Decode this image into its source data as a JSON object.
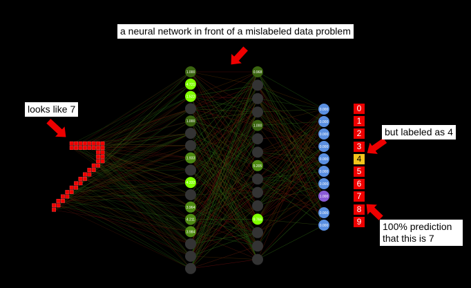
{
  "annotations": {
    "title": "a neural network in front of a mislabeled data problem",
    "looks_like": "looks like 7",
    "labeled_as": "but labeled as 4",
    "prediction_line1": "100% prediction",
    "prediction_line2": "that this is 7"
  },
  "output_labels": [
    "0",
    "1",
    "2",
    "3",
    "4",
    "5",
    "6",
    "7",
    "8",
    "9"
  ],
  "highlighted_label": "4",
  "predicted_class": "7",
  "hidden1_values": [
    "1.000",
    "4.721",
    "1.522",
    "",
    "1.000",
    "",
    "",
    "1.933",
    "",
    "4.332",
    "",
    "3.964",
    "4.211",
    "3.984",
    "",
    "",
    ""
  ],
  "hidden2_values": [
    "0.968",
    "",
    "",
    "",
    "1.000",
    "",
    "",
    "5.205",
    "",
    "",
    "",
    "9.766",
    "",
    "",
    ""
  ],
  "output_values": [
    "0.000",
    "0.000",
    "0.000",
    "0.000",
    "0.000",
    "0.000",
    "0.000",
    "1.000",
    "0.000",
    "0.000"
  ],
  "colors": {
    "background": "#000000",
    "input_pixel": "#ee0000",
    "hidden_inactive": "#333333",
    "hidden_active": "#7fff00",
    "output_node": "#5a8fe0",
    "output_max": "#8a5ad6",
    "label_box": "#ee0000",
    "label_highlight": "#f2c51c",
    "arrow": "#ee0000"
  }
}
